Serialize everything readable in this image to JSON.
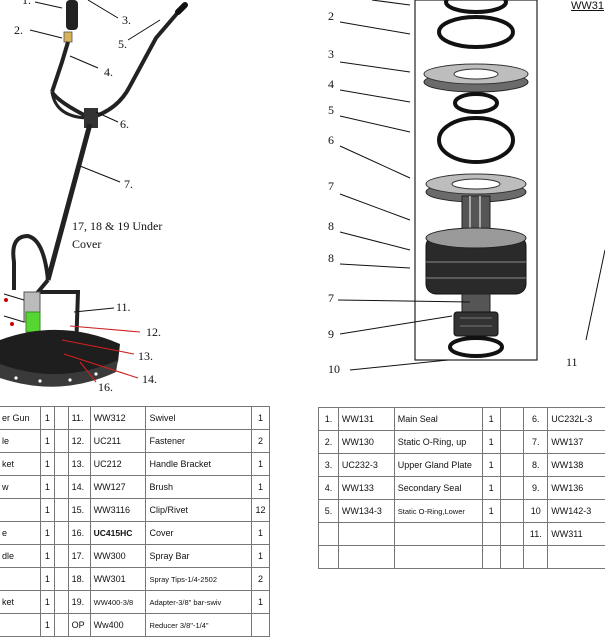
{
  "left_callouts": [
    "1.",
    "2.",
    "3.",
    "4.",
    "5.",
    "6.",
    "7.",
    "11.",
    "12.",
    "13.",
    "14.",
    "16."
  ],
  "under_cover_note": [
    "17, 18 & 19 Under",
    "Cover"
  ],
  "right_callouts": [
    "2",
    "3",
    "4",
    "5",
    "6",
    "7",
    "8",
    "8",
    "7",
    "9",
    "10",
    "11"
  ],
  "right_ref": "WW31",
  "left_table": {
    "rows": [
      {
        "lp": "er Gun",
        "lq": "1",
        "num": "11.",
        "part": "WW312",
        "desc": "Swivel",
        "qty": "1"
      },
      {
        "lp": "le",
        "lq": "1",
        "num": "12.",
        "part": "UC211",
        "desc": "Fastener",
        "qty": "2"
      },
      {
        "lp": "ket",
        "lq": "1",
        "num": "13.",
        "part": "UC212",
        "desc": "Handle Bracket",
        "qty": "1"
      },
      {
        "lp": "w",
        "lq": "1",
        "num": "14.",
        "part": "WW127",
        "desc": "Brush",
        "qty": "1"
      },
      {
        "lp": "",
        "lq": "1",
        "num": "15.",
        "part": "WW3116",
        "desc": "Clip/Rivet",
        "qty": "12"
      },
      {
        "lp": "e",
        "lq": "1",
        "num": "16.",
        "part": "UC415HC",
        "desc": "Cover",
        "qty": "1"
      },
      {
        "lp": "dle",
        "lq": "1",
        "num": "17.",
        "part": "WW300",
        "desc": "Spray Bar",
        "qty": "1"
      },
      {
        "lp": "",
        "lq": "1",
        "num": "18.",
        "part": "WW301",
        "desc": "Spray Tips-1/4-2502",
        "qty": "2"
      },
      {
        "lp": "ket",
        "lq": "1",
        "num": "19.",
        "part": "WW400-3/8",
        "desc": "Adapter-3/8\" bar-swiv",
        "qty": "1"
      },
      {
        "lp": "",
        "lq": "1",
        "num": "OP",
        "part": "Ww400",
        "desc": "Reducer 3/8\"-1/4\"",
        "qty": ""
      }
    ]
  },
  "right_table": {
    "rows": [
      {
        "num": "1.",
        "part": "WW131",
        "desc": "Main Seal",
        "qty": "1",
        "num2": "6.",
        "part2": "UC232L-3"
      },
      {
        "num": "2.",
        "part": "WW130",
        "desc": "Static O-Ring, up",
        "qty": "1",
        "num2": "7.",
        "part2": "WW137"
      },
      {
        "num": "3.",
        "part": "UC232-3",
        "desc": "Upper Gland Plate",
        "qty": "1",
        "num2": "8.",
        "part2": "WW138"
      },
      {
        "num": "4.",
        "part": "WW133",
        "desc": "Secondary Seal",
        "qty": "1",
        "num2": "9.",
        "part2": "WW136"
      },
      {
        "num": "5.",
        "part": "WW134-3",
        "desc": "Static O-Ring,Lower",
        "qty": "1",
        "num2": "10",
        "part2": "WW142-3"
      },
      {
        "num": "",
        "part": "",
        "desc": "",
        "qty": "",
        "num2": "11.",
        "part2": "WW311"
      },
      {
        "num": "",
        "part": "",
        "desc": "",
        "qty": "",
        "num2": "",
        "part2": ""
      }
    ]
  }
}
